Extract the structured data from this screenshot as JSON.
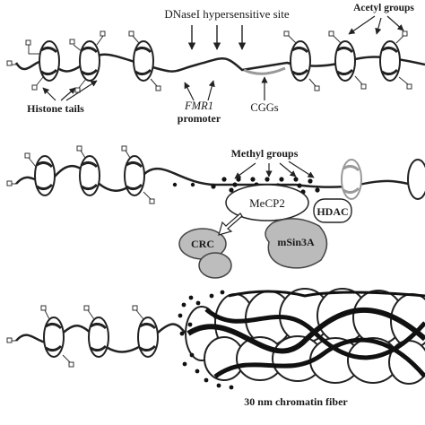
{
  "panel_top": {
    "dnase_label": "DNaseI hypersensitive site",
    "acetyl_label": "Acetyl groups",
    "histone_label": "Histone tails",
    "fmr1_label": "FMR1",
    "promoter_label": "promoter",
    "cgg_label": "CGGs"
  },
  "panel_middle": {
    "methyl_label": "Methyl groups",
    "mecp2_label": "MeCP2",
    "hdac_label": "HDAC",
    "msin3a_label": "mSin3A",
    "crc_label": "CRC"
  },
  "panel_bottom": {
    "fiber_label": "30 nm chromatin fiber"
  }
}
